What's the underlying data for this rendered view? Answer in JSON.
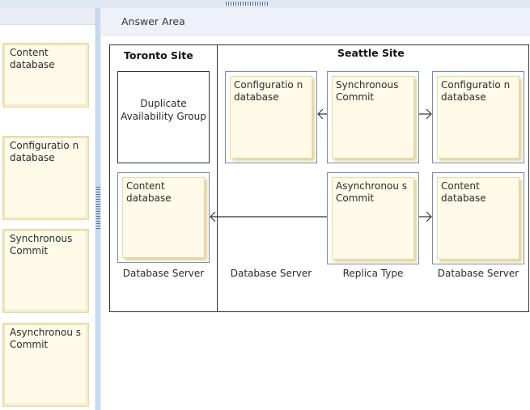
{
  "answer_area": {
    "title": "Answer Area"
  },
  "palette": [
    {
      "label": "Content database"
    },
    {
      "label": "Configuration database",
      "display": "Configuratio n database"
    },
    {
      "label": "Synchronous Commit"
    },
    {
      "label": "Asynchronous Commit",
      "display": "Asynchronou s Commit"
    }
  ],
  "toronto": {
    "title": "Toronto Site",
    "availability_group": "Duplicate Availability Group",
    "slot_content": "Content database",
    "column_caption": "Database Server"
  },
  "seattle": {
    "title": "Seattle Site",
    "row1": {
      "left": "Configuratio n database",
      "middle": "Synchronous Commit",
      "right": "Configuratio n database"
    },
    "row2": {
      "middle": "Asynchronou s Commit",
      "right": "Content database"
    },
    "captions": {
      "left": "Database Server",
      "middle": "Replica Type",
      "right": "Database Server"
    }
  }
}
